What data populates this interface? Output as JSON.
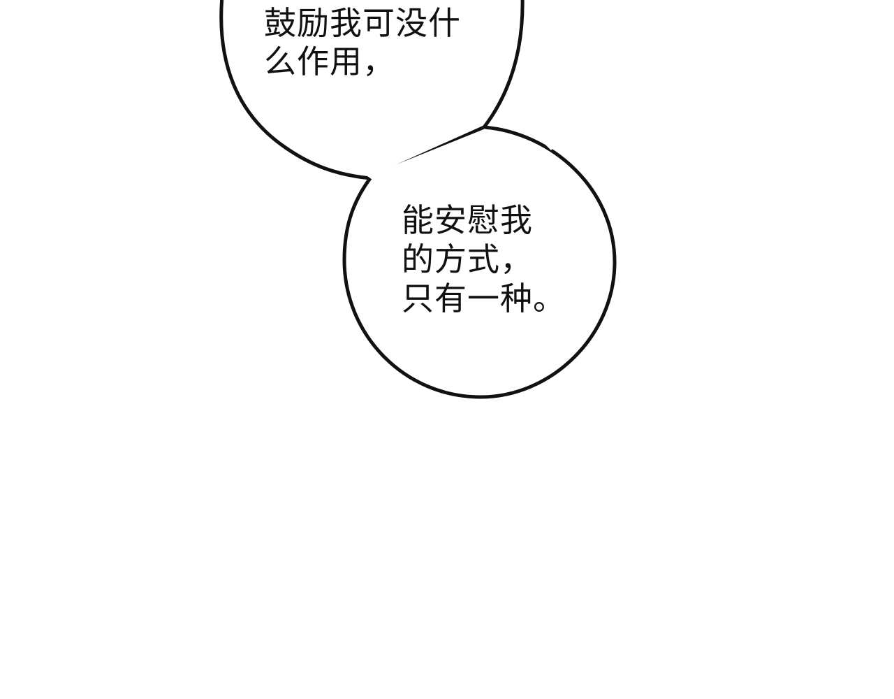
{
  "bubbles": {
    "top": {
      "lines": [
        "鼓励我可没什",
        "么作用，"
      ]
    },
    "bottom": {
      "lines": [
        "能安慰我",
        "的方式，",
        "只有一种。"
      ]
    }
  },
  "colors": {
    "background": "#ffffff",
    "outline": "#111111",
    "text": "#111111"
  }
}
